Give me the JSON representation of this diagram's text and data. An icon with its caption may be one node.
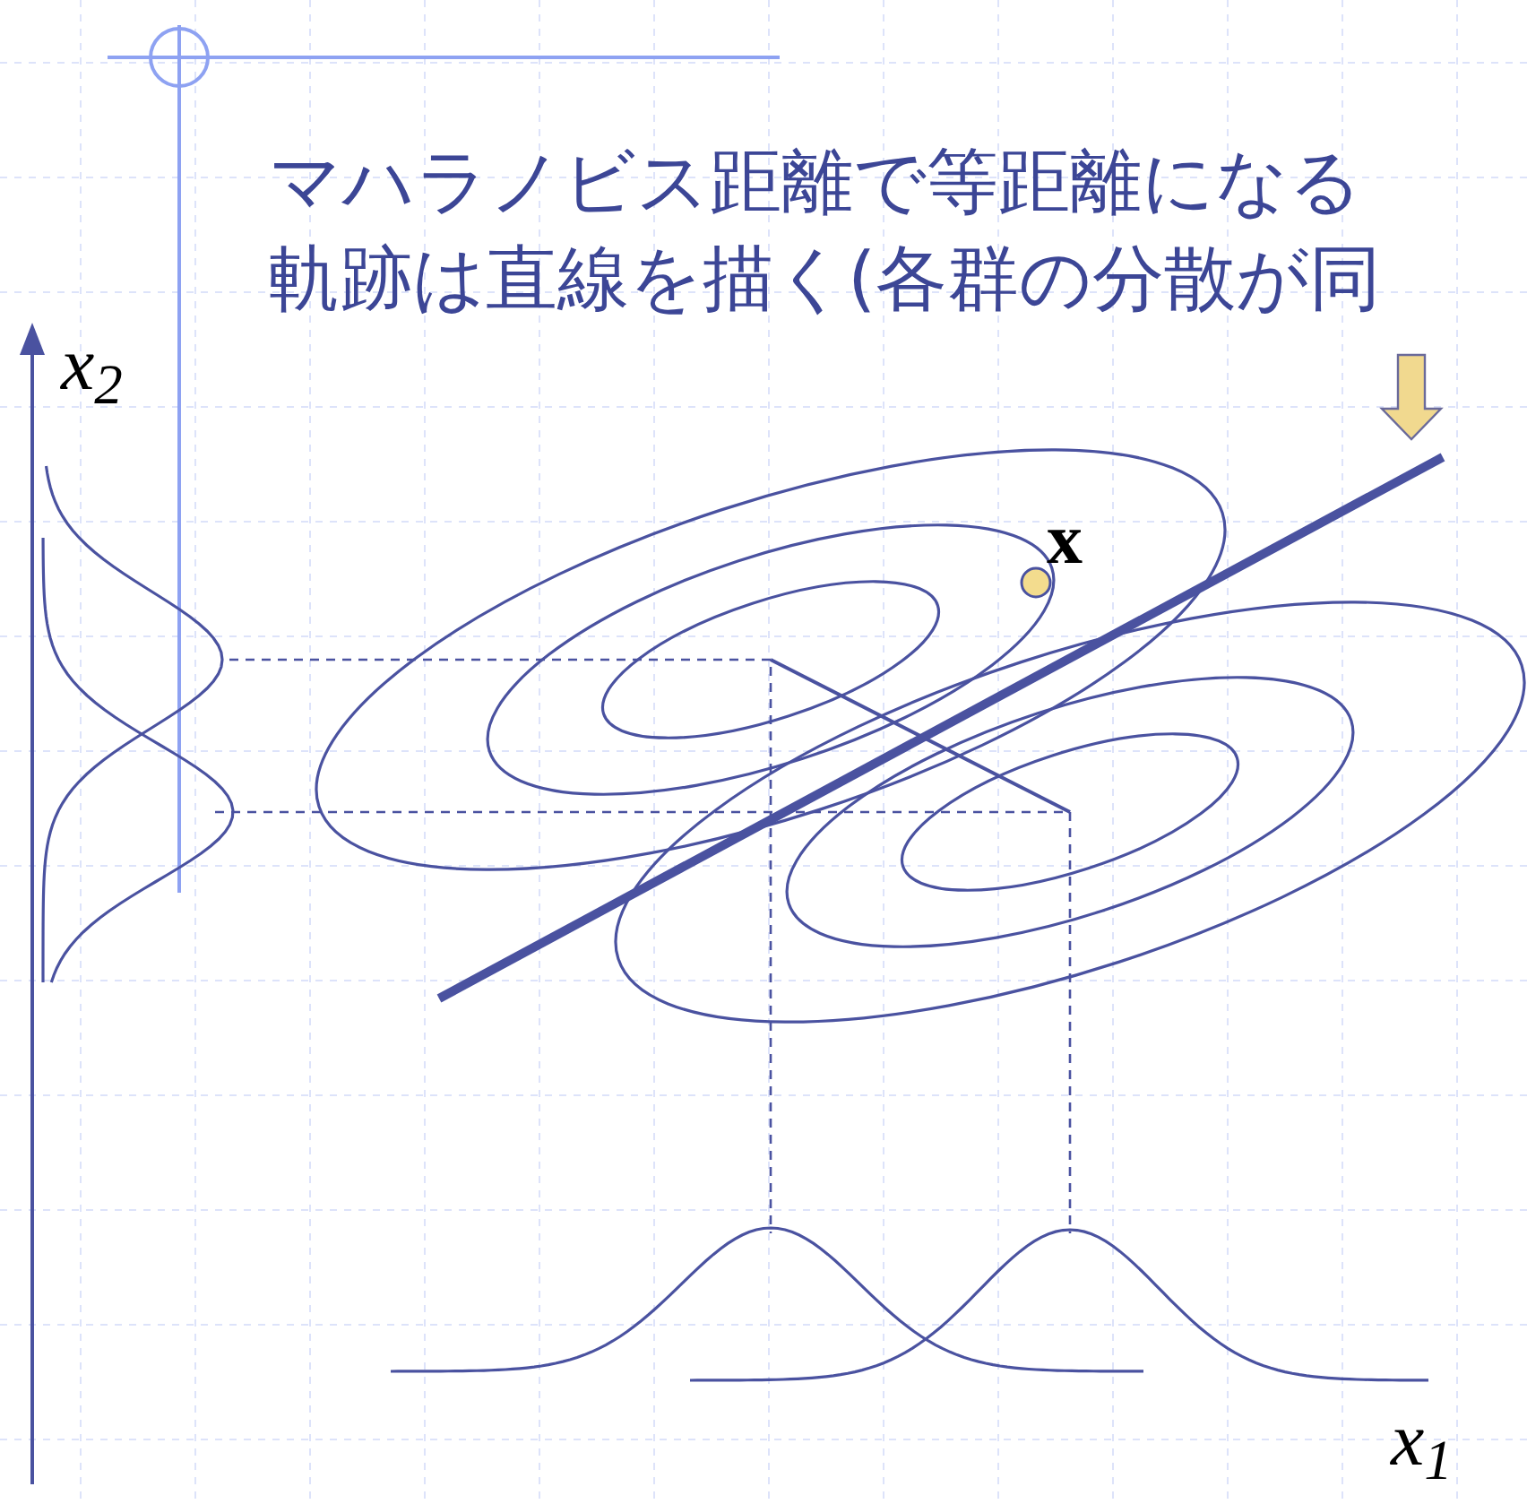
{
  "diagram": {
    "labels": [
      "マハラノビス距離で等距離になる",
      "軌跡は直線を描く(各群の分散が同",
      "x$_{2}$",
      "x",
      "x$_{1}$"
    ]
  }
}
